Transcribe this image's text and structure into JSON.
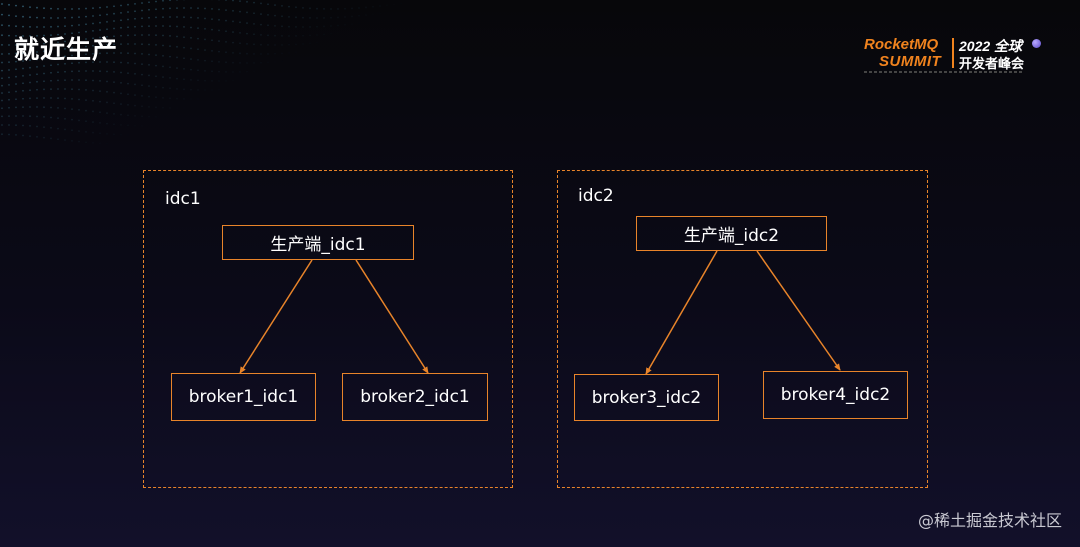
{
  "slide": {
    "title": "就近生产"
  },
  "logo": {
    "brand_line1": "RocketMQ",
    "brand_line2": "SUMMIT",
    "year_text": "2022 全球",
    "event_text": "开发者峰会"
  },
  "diagram": {
    "zones": [
      {
        "label": "idc1",
        "producer": "生产端_idc1",
        "brokers": [
          "broker1_idc1",
          "broker2_idc1"
        ]
      },
      {
        "label": "idc2",
        "producer": "生产端_idc2",
        "brokers": [
          "broker3_idc2",
          "broker4_idc2"
        ]
      }
    ],
    "line_color": "#e8842a"
  },
  "watermark": "@稀土掘金技术社区"
}
